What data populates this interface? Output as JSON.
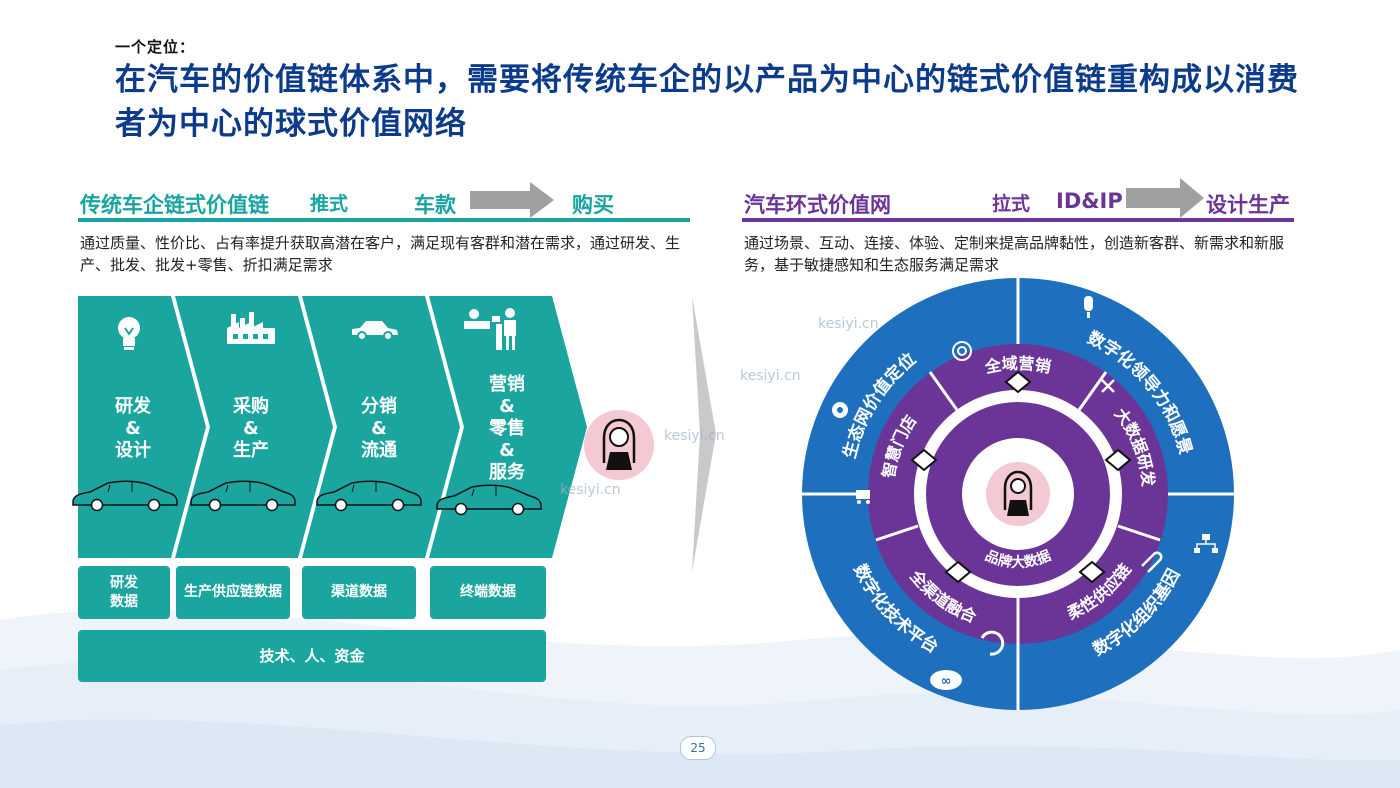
{
  "header": {
    "kicker": "一个定位：",
    "headline": "在汽车的价值链体系中，需要将传统车企的以产品为中心的链式价值链重构成以消费者为中心的球式价值网络"
  },
  "left": {
    "title": "传统车企链式价值链",
    "mode": "推式",
    "from": "车款",
    "to": "购买",
    "description": "通过质量、性价比、占有率提升获取高潜在客户，满足现有客群和潜在需求，通过研发、生产、批发、批发+零售、折扣满足需求",
    "stages": [
      {
        "icon": "lightbulb-icon",
        "label": "研发\n&\n设计",
        "data_box": "研发\n数据"
      },
      {
        "icon": "factory-icon",
        "label": "采购\n&\n生产",
        "data_box": "生产供应链数据"
      },
      {
        "icon": "car-icon",
        "label": "分销\n&\n流通",
        "data_box": "渠道数据"
      },
      {
        "icon": "sales-counter-icon",
        "label": "营销\n&\n零售\n&\n服务",
        "data_box": "终端数据"
      }
    ],
    "foundation": "技术、人、资金"
  },
  "right": {
    "title": "汽车环式价值网",
    "mode": "拉式",
    "from": "ID&IP",
    "to": "设计生产",
    "description": "通过场景、互动、连接、体验、定制来提高品牌黏性，创造新客群、新需求和新服务，基于敏捷感知和生态服务满足需求",
    "outer_ring": [
      "生态网价值定位",
      "数字化领导力和愿景",
      "数字化组织基因",
      "数字化技术平台"
    ],
    "middle_ring": [
      "全域营销",
      "大数据研发",
      "柔性供应链",
      "全渠道融合",
      "智慧门店"
    ],
    "inner_ring": [
      "品牌大数据"
    ]
  },
  "watermark": "kesiyi.cn",
  "page_number": "25",
  "colors": {
    "teal": "#1aa59f",
    "navy": "#0c3b8c",
    "purple": "#6a3597",
    "blue": "#1f6fbf",
    "center_pink": "#f3c9d4"
  }
}
